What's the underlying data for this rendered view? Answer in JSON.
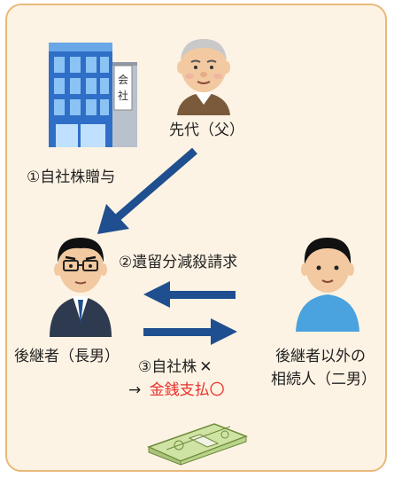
{
  "people": {
    "predecessor": "先代（父）",
    "successor": "後継者（長男）",
    "other_heir_line1": "後継者以外の",
    "other_heir_line2": "相続人（二男）"
  },
  "arrows": {
    "gift": "①自社株贈与",
    "claim": "②遺留分減殺請求"
  },
  "settlement": {
    "line1_text": "③自社株",
    "line1_mark": "✕",
    "line2_arrow": "→",
    "line2_text": "金銭支払",
    "line2_mark": "〇"
  },
  "building_sign": [
    "会",
    "社"
  ],
  "colors": {
    "panel_bg": "#fdf3e4",
    "panel_border": "#e9b97a",
    "arrow": "#1f4f8f",
    "highlight": "#e8322c"
  },
  "icons": [
    "company-building-icon",
    "elderly-father-icon",
    "successor-son-icon",
    "second-son-icon",
    "money-bundle-icon"
  ]
}
